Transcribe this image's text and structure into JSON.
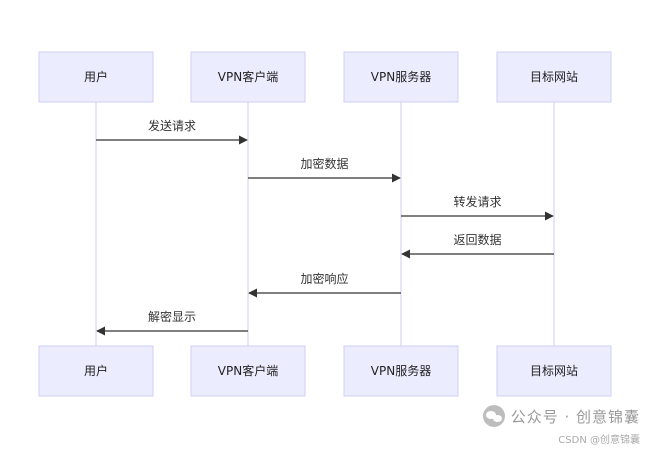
{
  "diagram": {
    "type": "sequence",
    "actors": [
      "用户",
      "VPN客户端",
      "VPN服务器",
      "目标网站"
    ],
    "messages": [
      {
        "from": 0,
        "to": 1,
        "label": "发送请求"
      },
      {
        "from": 1,
        "to": 2,
        "label": "加密数据"
      },
      {
        "from": 2,
        "to": 3,
        "label": "转发请求"
      },
      {
        "from": 3,
        "to": 2,
        "label": "返回数据"
      },
      {
        "from": 2,
        "to": 1,
        "label": "加密响应"
      },
      {
        "from": 1,
        "to": 0,
        "label": "解密显示"
      }
    ]
  },
  "colors": {
    "actor_fill": "#ECECFF",
    "actor_stroke": "#CFCFF6",
    "lifeline": "#DCDCF5",
    "arrow": "#333333"
  },
  "watermark": {
    "icon": "wechat-icon",
    "title": "公众号 · 创意锦囊",
    "subtitle": "CSDN @创意锦囊"
  }
}
